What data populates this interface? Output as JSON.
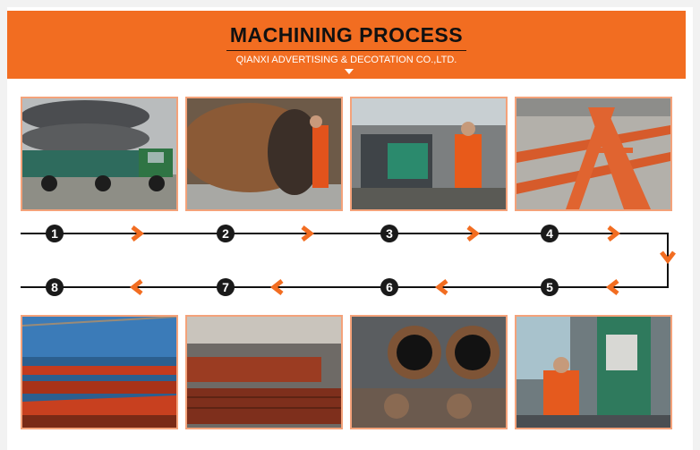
{
  "header": {
    "title": "MACHINING PROCESS",
    "subtitle": "QIANXI ADVERTISING & DECOTATION CO.,LTD."
  },
  "steps": {
    "s1": "1",
    "s2": "2",
    "s3": "3",
    "s4": "4",
    "s5": "5",
    "s6": "6",
    "s7": "7",
    "s8": "8"
  },
  "colors": {
    "accent": "#f26d21",
    "frame": "#f4a27a",
    "line": "#111111"
  },
  "icons": {
    "step_arrow": "chevron-arrow-icon",
    "turn_arrow": "chevron-down-icon"
  }
}
